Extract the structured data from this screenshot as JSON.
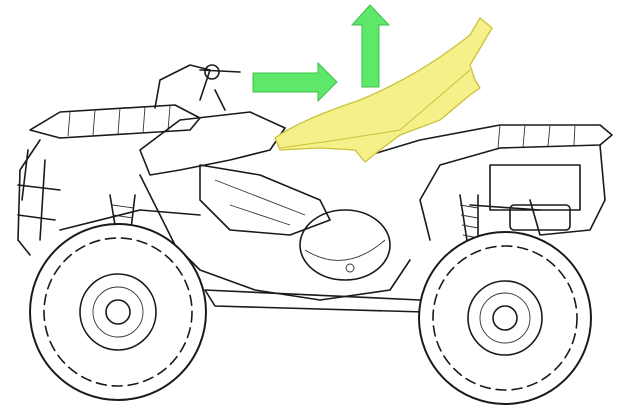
{
  "diagram": {
    "subject": "atv-side-view",
    "highlighted_part": "seat",
    "colors": {
      "arrow": "#5ee86a",
      "arrow_outline": "#3fbf4c",
      "seat_fill": "#f6f08a",
      "seat_outline": "#c9c23a",
      "line": "#1a1a1a",
      "background": "#ffffff"
    },
    "arrows": [
      {
        "icon": "arrow-right-icon",
        "direction": "right"
      },
      {
        "icon": "arrow-up-icon",
        "direction": "up"
      }
    ]
  }
}
